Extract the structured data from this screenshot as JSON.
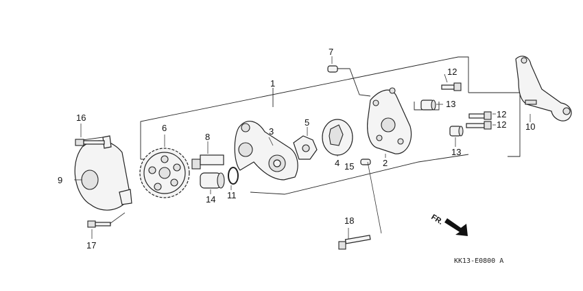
{
  "diagram": {
    "callouts": [
      {
        "id": "c1",
        "text": "1"
      },
      {
        "id": "c2",
        "text": "2"
      },
      {
        "id": "c3",
        "text": "3"
      },
      {
        "id": "c4",
        "text": "4"
      },
      {
        "id": "c5",
        "text": "5"
      },
      {
        "id": "c6",
        "text": "6"
      },
      {
        "id": "c7",
        "text": "7"
      },
      {
        "id": "c8",
        "text": "8"
      },
      {
        "id": "c9",
        "text": "9"
      },
      {
        "id": "c10",
        "text": "10"
      },
      {
        "id": "c11",
        "text": "11"
      },
      {
        "id": "c12a",
        "text": "12"
      },
      {
        "id": "c12b",
        "text": "12"
      },
      {
        "id": "c12c",
        "text": "12"
      },
      {
        "id": "c13a",
        "text": "13"
      },
      {
        "id": "c13b",
        "text": "13"
      },
      {
        "id": "c14",
        "text": "14"
      },
      {
        "id": "c15",
        "text": "15"
      },
      {
        "id": "c16",
        "text": "16"
      },
      {
        "id": "c17",
        "text": "17"
      },
      {
        "id": "c18",
        "text": "18"
      }
    ],
    "direction_label": "FR.",
    "drawing_code": "KK13-E0800 A"
  }
}
